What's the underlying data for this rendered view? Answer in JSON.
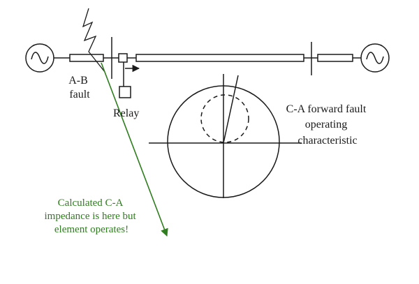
{
  "labels": {
    "fault": [
      "A-B",
      "fault"
    ],
    "relay": "Relay",
    "characteristic": [
      "C-A forward fault",
      "operating",
      "characteristic"
    ],
    "note": [
      "Calculated C-A",
      "impedance is here but",
      "element operates!"
    ]
  },
  "icons": {
    "source_left": "ac-source-icon",
    "source_right": "ac-source-icon",
    "lightning": "lightning-bolt-icon"
  },
  "colors": {
    "line": "#1a1a1a",
    "annotation": "#2e7d1e"
  }
}
